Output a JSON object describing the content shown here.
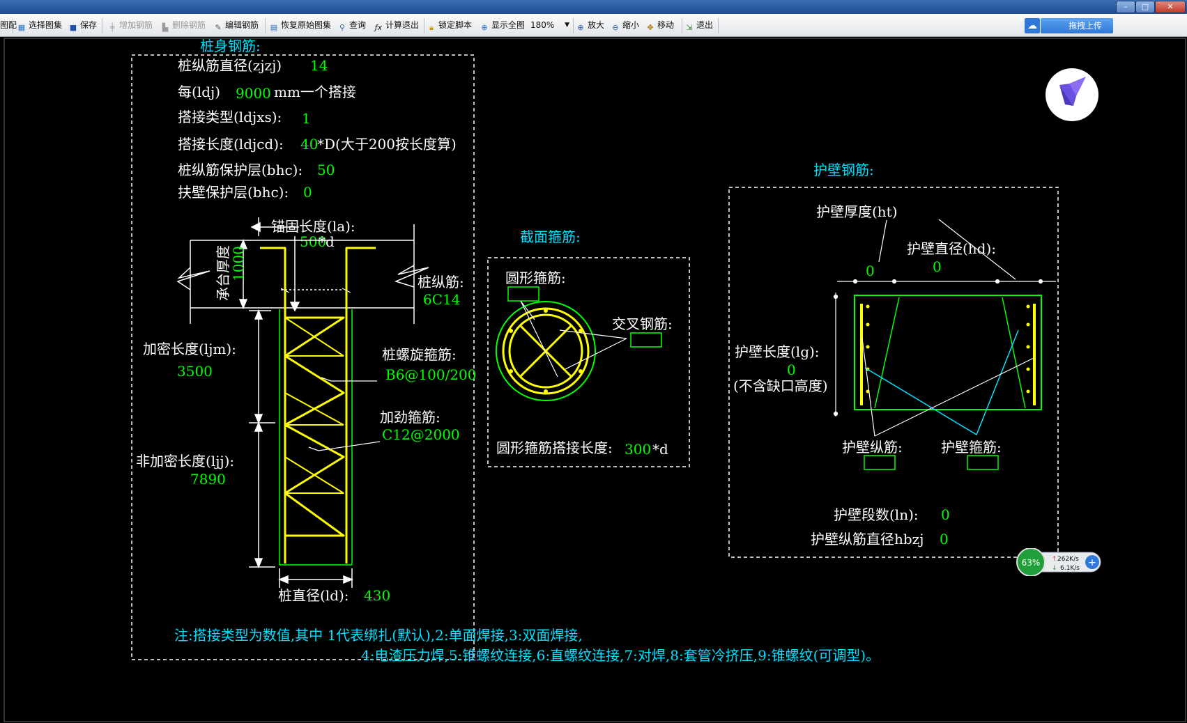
{
  "window": {
    "minimize": "–",
    "maximize": "□",
    "close": "✕"
  },
  "toolbar": {
    "cut_label": "图配",
    "items": [
      {
        "label": "选择图集",
        "icon": "select-atlas-icon",
        "enabled": true
      },
      {
        "label": "保存",
        "icon": "save-icon",
        "enabled": true
      },
      {
        "label": "增加钢筋",
        "icon": "add-rebar-icon",
        "enabled": false
      },
      {
        "label": "删除钢筋",
        "icon": "delete-rebar-icon",
        "enabled": false
      },
      {
        "label": "编辑钢筋",
        "icon": "edit-rebar-icon",
        "enabled": true
      },
      {
        "label": "恢复原始图集",
        "icon": "restore-atlas-icon",
        "enabled": true
      },
      {
        "label": "查询",
        "icon": "query-icon",
        "enabled": true
      },
      {
        "label": "计算退出",
        "icon": "calc-exit-icon",
        "enabled": true
      },
      {
        "label": "锁定脚本",
        "icon": "lock-icon",
        "enabled": true
      },
      {
        "label": "显示全图",
        "icon": "show-all-icon",
        "enabled": true
      }
    ],
    "zoom": "180%",
    "items2": [
      {
        "label": "放大",
        "icon": "zoom-in-icon"
      },
      {
        "label": "缩小",
        "icon": "zoom-out-icon"
      },
      {
        "label": "移动",
        "icon": "move-icon"
      },
      {
        "label": "退出",
        "icon": "exit-icon"
      }
    ],
    "upload_label": "拖拽上传"
  },
  "pile": {
    "section_title": "桩身钢筋:",
    "zjzj_label": "桩纵筋直径(zjzj)",
    "zjzj_value": "14",
    "ldj_prefix": "每(ldj)",
    "ldj_value": "9000",
    "ldj_suffix": "mm一个搭接",
    "ldjxs_label": "搭接类型(ldjxs):",
    "ldjxs_value": "1",
    "ldjcd_label": "搭接长度(ldjcd):",
    "ldjcd_value": "40",
    "ldjcd_suffix": "*D(大于200按长度算)",
    "bhc_label": "桩纵筋保护层(bhc):",
    "bhc_value": "50",
    "fbhc_label": "扶壁保护层(bhc):",
    "fbhc_value": "0",
    "la_label": "锚固长度(la):",
    "la_value": "500",
    "la_suffix": "*d",
    "cap_label": "承台厚度",
    "cap_value": "1000",
    "zzj_label": "桩纵筋:",
    "zzj_value": "6C14",
    "ljm_label": "加密长度(ljm):",
    "ljm_value": "3500",
    "spiral_label": "桩螺旋箍筋:",
    "spiral_value": "B6@100/200",
    "stiff_label": "加劲箍筋:",
    "stiff_value": "C12@2000",
    "ljj_label": "非加密长度(ljj):",
    "ljj_value": "7890",
    "ld_label": "桩直径(ld):",
    "ld_value": "430"
  },
  "section": {
    "title": "截面箍筋:",
    "circle_label": "圆形箍筋:",
    "cross_label": "交叉钢筋:",
    "lap_label": "圆形箍筋搭接长度:",
    "lap_value": "300",
    "lap_suffix": "*d"
  },
  "wall": {
    "title": "护壁钢筋:",
    "ht_label": "护壁厚度(ht)",
    "ht_value": "0",
    "hd_label": "护壁直径(hd):",
    "hd_value": "0",
    "lg_label": "护壁长度(lg):",
    "lg_value": "0",
    "lg_note": "(不含缺口高度)",
    "long_label": "护壁纵筋:",
    "hoop_label": "护壁箍筋:",
    "ln_label": "护壁段数(ln):",
    "ln_value": "0",
    "hbzj_label": "护壁纵筋直径hbzj",
    "hbzj_value": "0"
  },
  "notes": {
    "line1": "注:搭接类型为数值,其中 1代表绑扎(默认),2:单面焊接,3:双面焊接,",
    "line2": "4:电渣压力焊,5:锥螺纹连接,6:直螺纹连接,7:对焊,8:套管冷挤压,9:锥螺纹(可调型)。"
  },
  "speed": {
    "percent": "63%",
    "up": "262K/s",
    "down": "6.1K/s"
  },
  "colors": {
    "yellow": "#ffff00",
    "green": "#00ff00",
    "cyan": "#00e0ff"
  }
}
